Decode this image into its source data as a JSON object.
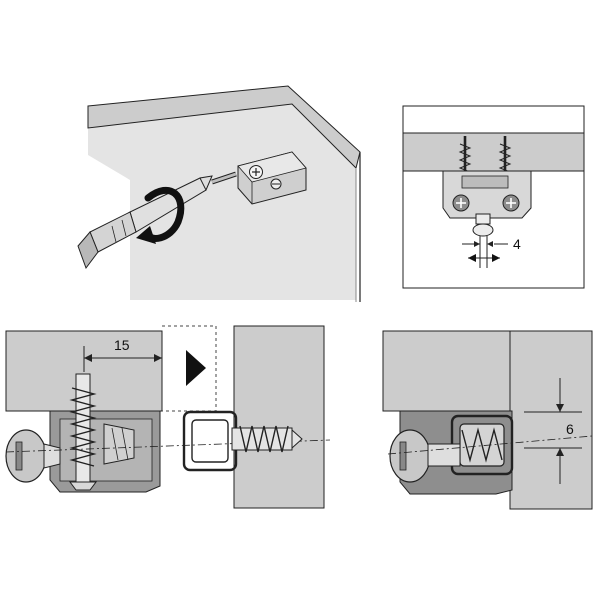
{
  "colors": {
    "background": "#ffffff",
    "panel": "#cccccc",
    "panel_light": "#e4e4e4",
    "panel_dark": "#b4b4b4",
    "metal": "#9a9a9a",
    "metal_dark": "#6f6f6f",
    "outline": "#222222"
  },
  "panels": [
    {
      "name": "screwdriver-step",
      "icons": [
        "screwdriver-icon",
        "rotate-clockwise-icon",
        "connector-bracket-icon",
        "screw-icon"
      ]
    },
    {
      "name": "front-view-detail",
      "dimension": {
        "value": "4"
      },
      "icons": [
        "wood-screw-icon",
        "connector-housing-icon",
        "adjustment-arrows-icon"
      ]
    },
    {
      "name": "insert-section",
      "dimension": {
        "value": "15"
      },
      "icons": [
        "wood-screw-icon",
        "connector-screw-icon",
        "dowel-insert-icon",
        "direction-arrow-icon"
      ]
    },
    {
      "name": "assembled-section",
      "dimension": {
        "value": "6"
      },
      "icons": [
        "connector-screw-icon",
        "dowel-insert-icon"
      ]
    }
  ]
}
